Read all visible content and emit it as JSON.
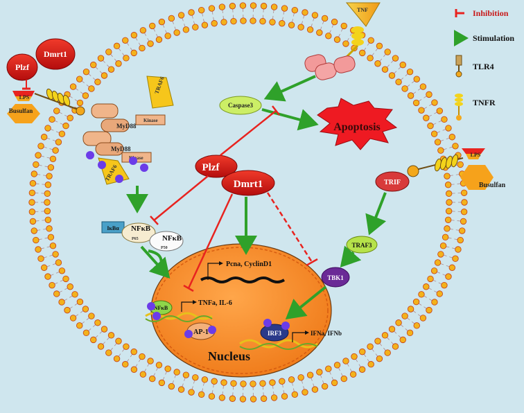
{
  "legend": {
    "inhibition": "Inhibition",
    "stimulation": "Stimulation",
    "tlr4": "TLR4",
    "tnfr": "TNFR",
    "colors": {
      "inhibition": "#e8231f",
      "stimulation": "#2fa12a"
    }
  },
  "nodes": {
    "tnf": "TNF",
    "caspase3": "Caspase3",
    "apoptosis": "Apoptosis",
    "plzf_left": "Plzf",
    "dmrt1_left": "Dmrt1",
    "lps_left": "LPS",
    "busulfan_left": "Busulfan",
    "traf6_top": "TRAF6",
    "myd88_top": "MyD88",
    "kinase_top": "Kinase",
    "myd88_bottom": "MyD88",
    "kinase_bottom": "Kinase",
    "traf6_bottom": "TRAF6",
    "plzf_center": "Plzf",
    "dmrt1_center": "Dmrt1",
    "ikba": "IκBα",
    "nfkb_p65": "NFκB",
    "p65": "P65",
    "nfkb_p50": "NFκB",
    "p50": "P50",
    "trif": "TRIF",
    "lps_right": "LPS",
    "busulfan_right": "Busulfan",
    "traf3": "TRAF3",
    "tbk1": "TBK1",
    "pcna": "Pcna, CyclinD1",
    "nfkb_nucleus": "NFκB",
    "tnfa": "TNFa, IL-6",
    "ap1": "AP-1",
    "irf3": "IRF3",
    "ifn": "IFNa, IFNb",
    "nucleus": "Nucleus"
  }
}
